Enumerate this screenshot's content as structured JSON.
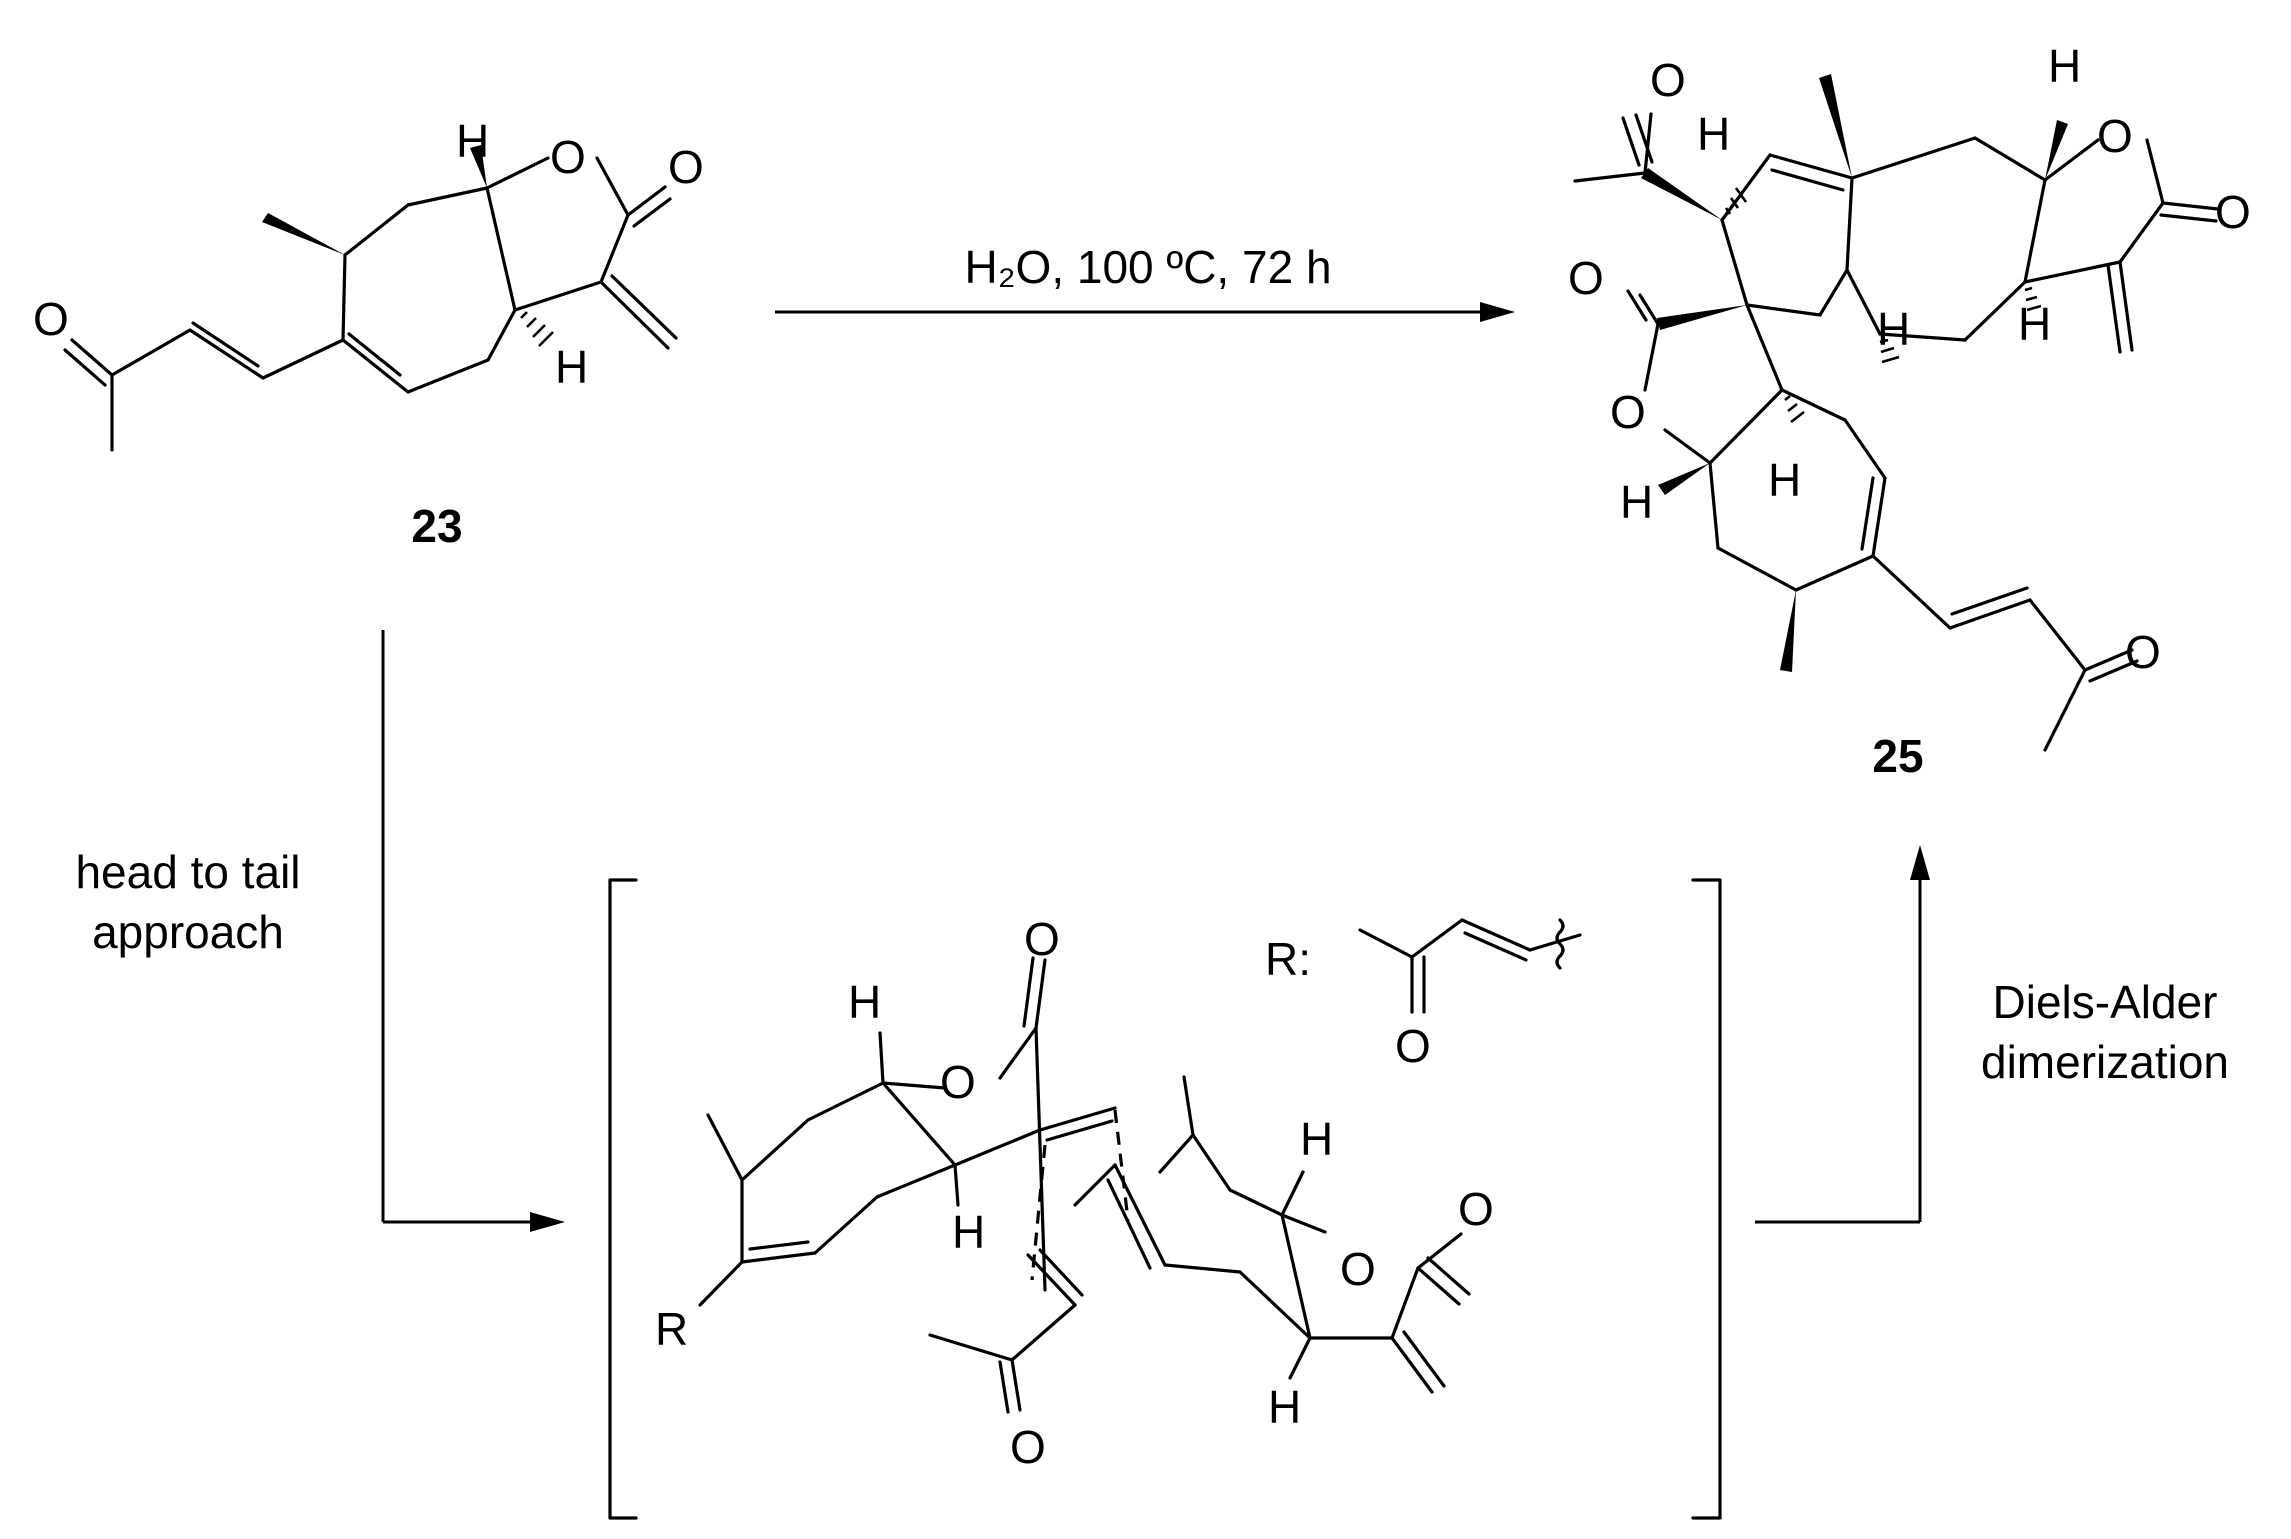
{
  "compounds": {
    "start_number": "23",
    "product_number": "25"
  },
  "atoms": {
    "O": "O",
    "H": "H",
    "R": "R"
  },
  "conditions": {
    "text": "H₂O, 100 ºC, 72 h"
  },
  "left_step": {
    "line1": "head to tail",
    "line2": "approach"
  },
  "right_step": {
    "line1": "Diels-Alder",
    "line2": "dimerization"
  },
  "r_group": {
    "label": "R:"
  }
}
